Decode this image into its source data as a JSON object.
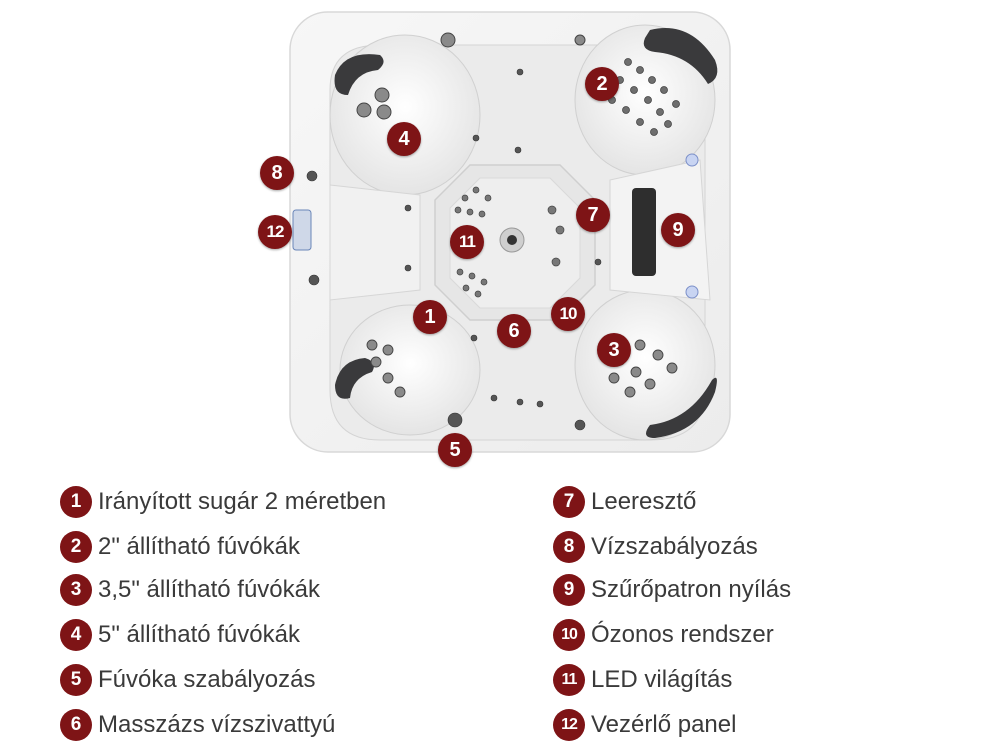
{
  "colors": {
    "marker": "#7e1416",
    "shell": "#f4f4f4",
    "headrest": "#3a3a3c",
    "label_text": "#3a3a3a"
  },
  "icons": {
    "jet": "jet-icon",
    "headrest": "headrest-icon",
    "control_panel": "control-panel-icon"
  },
  "markers": [
    {
      "id": "1",
      "text": "1"
    },
    {
      "id": "2",
      "text": "2"
    },
    {
      "id": "3",
      "text": "3"
    },
    {
      "id": "4",
      "text": "4"
    },
    {
      "id": "5",
      "text": "5"
    },
    {
      "id": "6",
      "text": "6"
    },
    {
      "id": "7",
      "text": "7"
    },
    {
      "id": "8",
      "text": "8"
    },
    {
      "id": "9",
      "text": "9"
    },
    {
      "id": "10",
      "text": "10"
    },
    {
      "id": "11",
      "text": "11"
    },
    {
      "id": "12",
      "text": "12"
    }
  ],
  "legend": [
    {
      "num": "1",
      "label": "Irányított sugár 2 méretben"
    },
    {
      "num": "2",
      "label": "2\" állítható fúvókák"
    },
    {
      "num": "3",
      "label": "3,5\" állítható fúvókák"
    },
    {
      "num": "4",
      "label": "5\" állítható fúvókák"
    },
    {
      "num": "5",
      "label": "Fúvóka szabályozás"
    },
    {
      "num": "6",
      "label": "Masszázs vízszivattyú"
    },
    {
      "num": "7",
      "label": "Leeresztő"
    },
    {
      "num": "8",
      "label": "Vízszabályozás"
    },
    {
      "num": "9",
      "label": "Szűrőpatron nyílás"
    },
    {
      "num": "10",
      "label": "Ózonos rendszer"
    },
    {
      "num": "11",
      "label": "LED világítás"
    },
    {
      "num": "12",
      "label": "Vezérlő panel"
    }
  ]
}
